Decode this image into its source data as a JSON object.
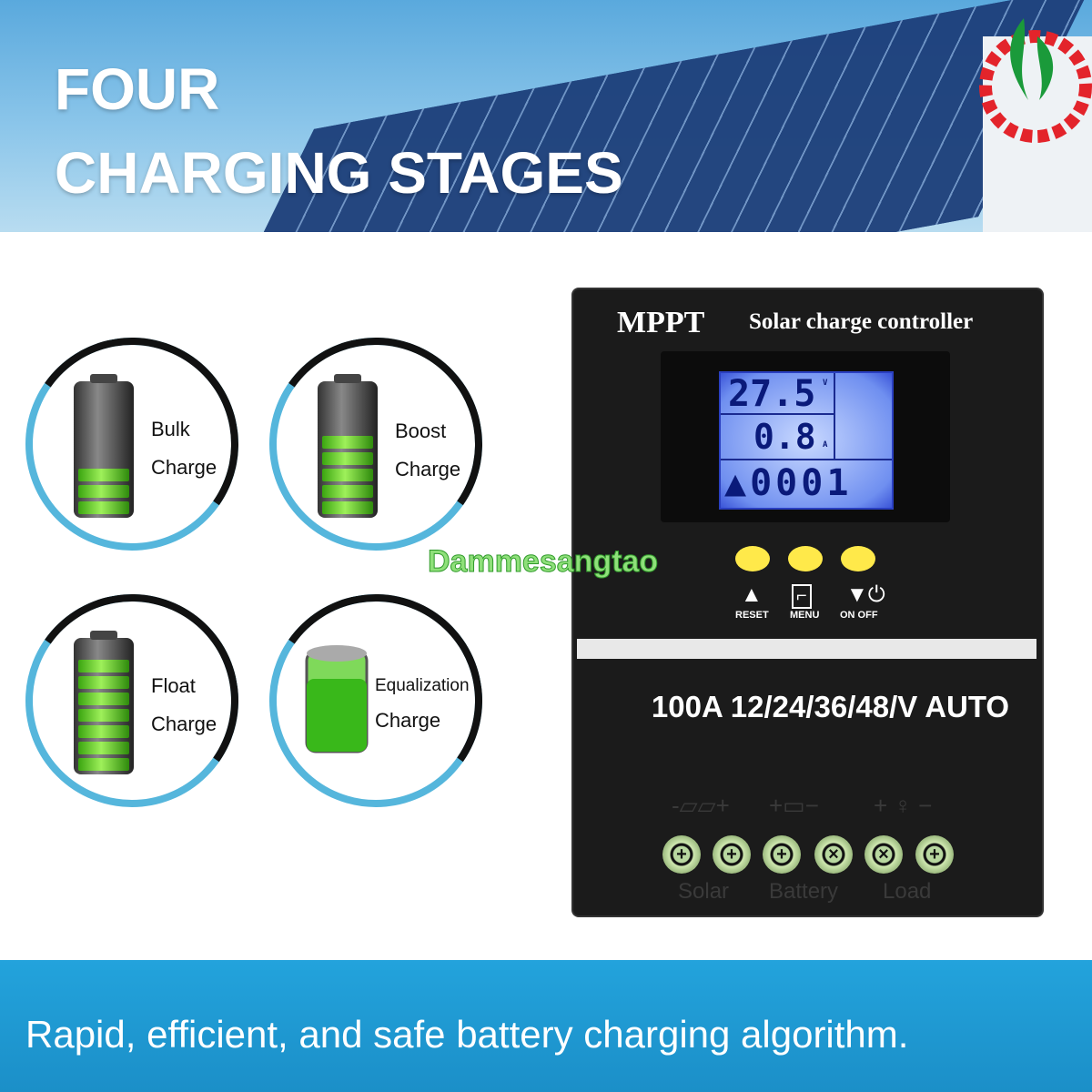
{
  "banner": {
    "title_line1": "FOUR",
    "title_line2": "CHARGING STAGES"
  },
  "stages": [
    {
      "line1": "Bulk",
      "line2": "Charge",
      "bars": 3
    },
    {
      "line1": "Boost",
      "line2": "Charge",
      "bars": 5
    },
    {
      "line1": "Float",
      "line2": "Charge",
      "bars": 7
    },
    {
      "line1": "Equalization",
      "line2": "Charge"
    }
  ],
  "watermark": "Dammesangtao",
  "device": {
    "brand": "MPPT",
    "subtitle": "Solar charge controller",
    "lcd": {
      "voltage": "27.5",
      "voltage_unit": "V",
      "current": "0.8",
      "current_unit": "A",
      "counter": "0001"
    },
    "buttons": [
      {
        "label": "RESET",
        "icon": "triangle-up-plus-icon"
      },
      {
        "label": "MENU",
        "icon": "menu-icon"
      },
      {
        "label": "ON OFF",
        "icon": "triangle-down-power-icon"
      }
    ],
    "spec": "100A 12/24/36/48/V AUTO",
    "terminals": [
      "Solar",
      "Battery",
      "Load"
    ]
  },
  "footer": {
    "tagline": "Rapid, efficient, and safe battery charging algorithm."
  },
  "colors": {
    "accent_blue": "#23a3dc",
    "ring": "#55b6dc",
    "button_yellow": "#ffe94a"
  }
}
